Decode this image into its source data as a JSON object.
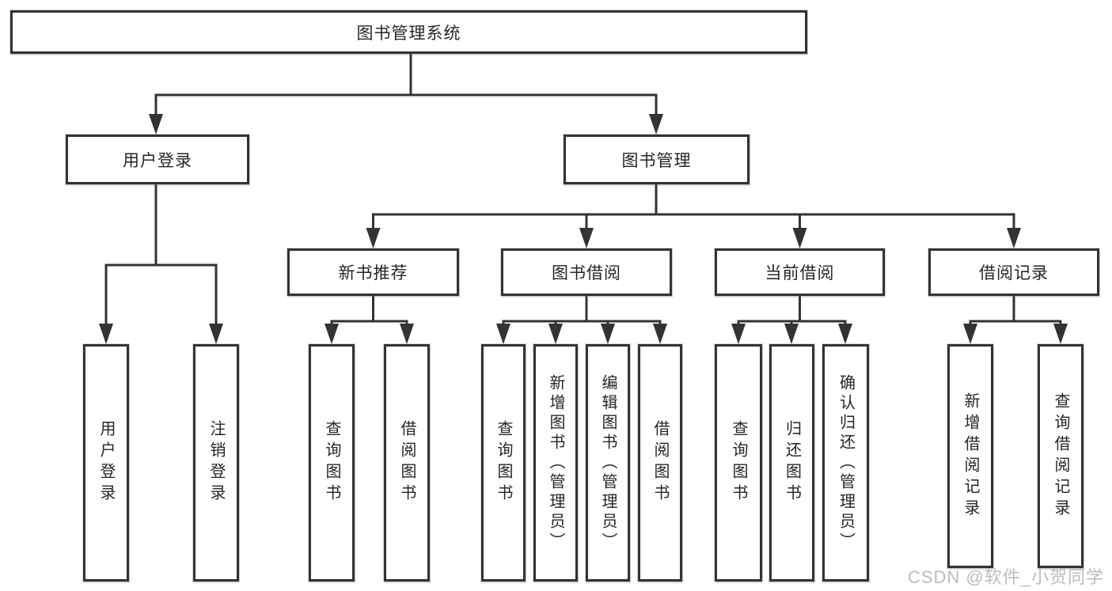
{
  "tree": {
    "root": "图书管理系统",
    "branches": [
      {
        "label": "用户登录",
        "children": [
          "用户登录",
          "注销登录"
        ]
      },
      {
        "label": "图书管理",
        "sections": [
          {
            "label": "新书推荐",
            "children": [
              "查询图书",
              "借阅图书"
            ]
          },
          {
            "label": "图书借阅",
            "children": [
              "查询图书",
              "新增图书（管理员）",
              "编辑图书（管理员）",
              "借阅图书"
            ]
          },
          {
            "label": "当前借阅",
            "children": [
              "查询图书",
              "归还图书",
              "确认归还（管理员）"
            ]
          },
          {
            "label": "借阅记录",
            "children": [
              "新增借阅记录",
              "查询借阅记录"
            ]
          }
        ]
      }
    ]
  },
  "watermark": {
    "text": "CSDN @软件_小贺同学"
  },
  "colors": {
    "line": "#333333",
    "text": "#262626",
    "watermark": "#b9b9b9",
    "background": "#ffffff"
  }
}
